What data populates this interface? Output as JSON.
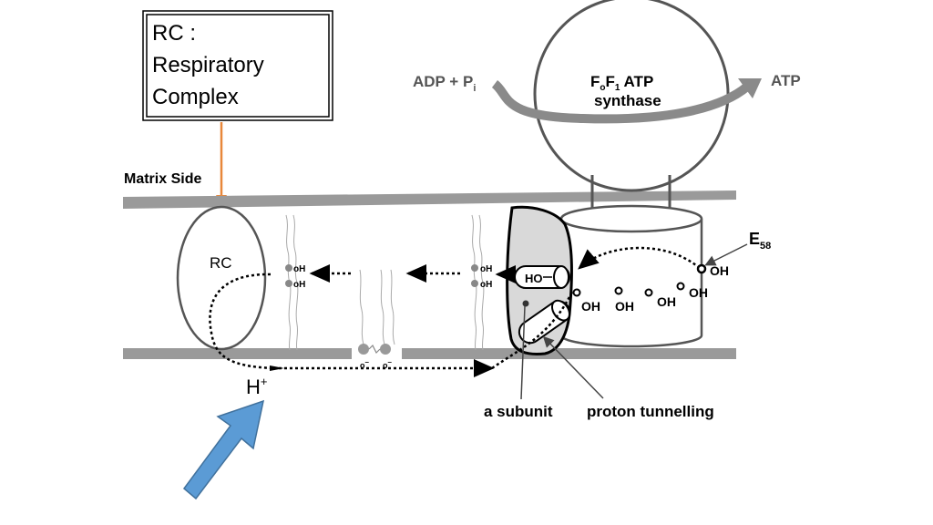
{
  "legend_box": {
    "line1": "RC :",
    "line2": "Respiratory",
    "line3": "Complex"
  },
  "labels": {
    "matrix_side": "Matrix Side",
    "rc": "RC",
    "adp": "ADP + P",
    "adp_sub": "i",
    "atp": "ATP",
    "synthase_f": "F",
    "synthase_o": "o",
    "synthase_f1": "F",
    "synthase_1": "1",
    "synthase_atp": " ATP",
    "synthase_line2": "synthase",
    "e58": "E",
    "e58_sub": "58",
    "a_subunit": "a subunit",
    "proton_tunnelling": "proton tunnelling",
    "h_plus": "H",
    "h_plus_sup": "+",
    "oh": "OH",
    "ho": "HO",
    "oh_small": "oH",
    "o_minus": "o",
    "minus": "–"
  },
  "colors": {
    "membrane": "#9a9a9a",
    "orange_arrow": "#e8873a",
    "blue_arrow": "#5b9bd5",
    "outline": "#555555",
    "a_subunit_fill": "#d9d9d9"
  }
}
